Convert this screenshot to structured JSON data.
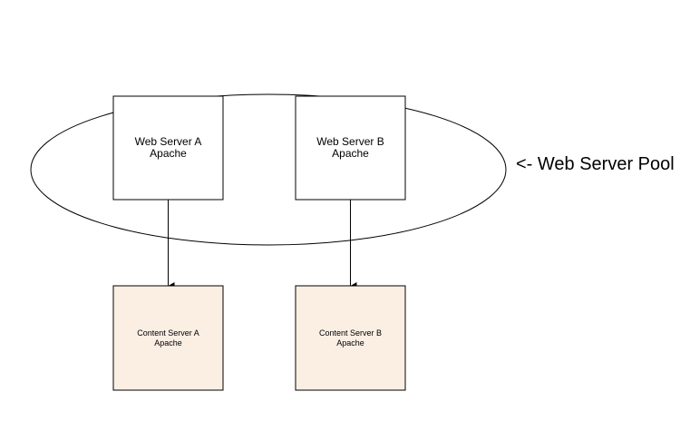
{
  "colors": {
    "background": "#ffffff",
    "stroke": "#000000",
    "web_server_fill": "#ffffff",
    "content_server_fill": "#fbefe4",
    "pool_fill": "#ffffff"
  },
  "pool": {
    "label": "<- Web Server Pool"
  },
  "web_servers": [
    {
      "name": "Web Server A",
      "software": "Apache"
    },
    {
      "name": "Web Server B",
      "software": "Apache"
    }
  ],
  "content_servers": [
    {
      "name": "Content Server A",
      "software": "Apache"
    },
    {
      "name": "Content Server B",
      "software": "Apache"
    }
  ]
}
